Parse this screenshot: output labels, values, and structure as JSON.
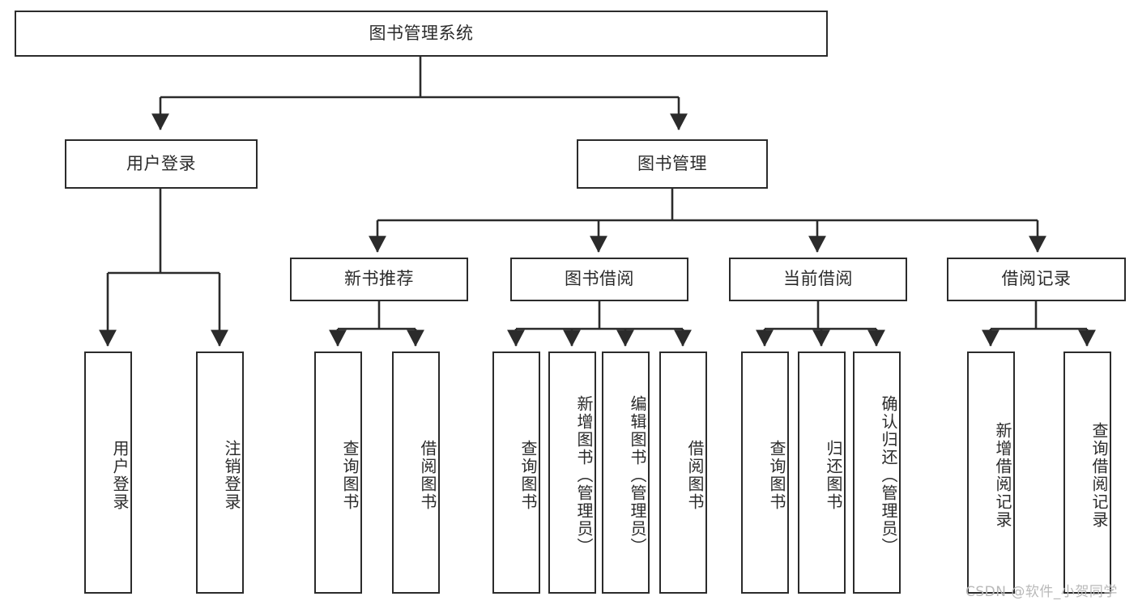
{
  "diagram": {
    "title": "图书管理系统",
    "type": "hierarchy-tree",
    "colors": {
      "box_border": "#2b2b2b",
      "box_fill": "#ffffff",
      "connector": "#2b2b2b",
      "text": "#2b2b2b",
      "watermark": "#b9b9b9",
      "background": "#ffffff"
    },
    "levels": {
      "root": {
        "label": "图书管理系统"
      },
      "level2": [
        {
          "label": "用户登录"
        },
        {
          "label": "图书管理"
        }
      ],
      "level3": [
        {
          "label": "新书推荐"
        },
        {
          "label": "图书借阅"
        },
        {
          "label": "当前借阅"
        },
        {
          "label": "借阅记录"
        }
      ],
      "leaves_user_login": [
        {
          "label": "用户登录"
        },
        {
          "label": "注销登录"
        }
      ],
      "leaves_new_books": [
        {
          "label": "查询图书"
        },
        {
          "label": "借阅图书"
        }
      ],
      "leaves_borrow": [
        {
          "label": "查询图书"
        },
        {
          "label": "新增图书（管理员）"
        },
        {
          "label": "编辑图书（管理员）"
        },
        {
          "label": "借阅图书"
        }
      ],
      "leaves_current": [
        {
          "label": "查询图书"
        },
        {
          "label": "归还图书"
        },
        {
          "label": "确认归还（管理员）"
        }
      ],
      "leaves_records": [
        {
          "label": "新增借阅记录"
        },
        {
          "label": "查询借阅记录"
        }
      ]
    },
    "watermark": "CSDN @软件_小贺同学"
  }
}
